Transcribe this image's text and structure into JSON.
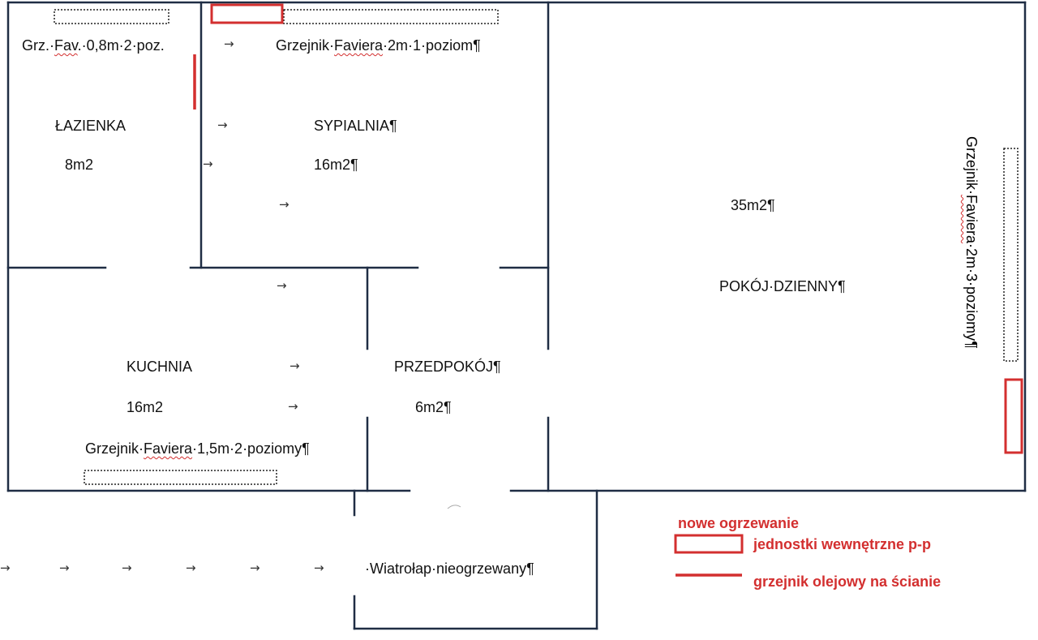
{
  "colors": {
    "wall": "#1f2d44",
    "new_heating": "#d32f2f",
    "existing_radiator": "#222222"
  },
  "rooms": {
    "bathroom": {
      "name": "ŁAZIENKA",
      "area": "8m2"
    },
    "bedroom": {
      "name": "SYPIALNIA¶",
      "area": "16m2¶"
    },
    "living": {
      "name": "POKÓJ·DZIENNY¶",
      "area": "35m2¶"
    },
    "kitchen": {
      "name": "KUCHNIA",
      "area": "16m2"
    },
    "hallway": {
      "name": "PRZEDPOKÓJ¶",
      "area": "6m2¶"
    },
    "vestibule": {
      "name": "·Wiatrołap·nieogrzewany¶"
    }
  },
  "radiators": {
    "bathroom": {
      "pre": "Grz.·",
      "brand": "Fav",
      "post": ".·0,8m·2·poz."
    },
    "bedroom": {
      "pre": "Grzejnik·",
      "brand": "Faviera",
      "post": "·2m·1·poziom¶"
    },
    "living": {
      "pre": "Grzejnik·",
      "brand": "Faviera",
      "post": "·2m·3·poziomy¶"
    },
    "kitchen": {
      "pre": "Grzejnik·",
      "brand": "Faviera",
      "post": "·1,5m·2·poziomy¶"
    }
  },
  "arrow_glyph": "→",
  "legend": {
    "title": "nowe ogrzewanie",
    "indoor_units": "jednostki wewnętrzne p-p",
    "oil_radiator": "grzejnik olejowy na ścianie"
  }
}
